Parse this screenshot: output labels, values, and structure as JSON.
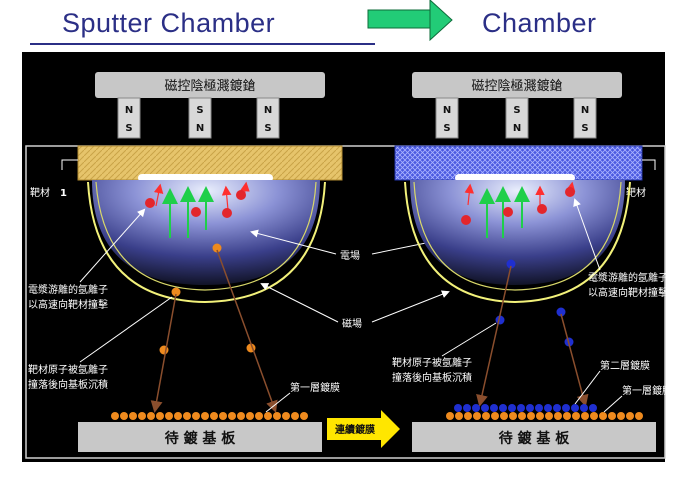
{
  "header": {
    "left_title": "Sputter Chamber",
    "right_title": "Chamber",
    "arrow_color": "#22cc77"
  },
  "diagram": {
    "magnetron_label": "磁控陰極濺鍍鎗",
    "magnet_poles": [
      {
        "top": "N",
        "bottom": "S"
      },
      {
        "top": "S",
        "bottom": "N"
      },
      {
        "top": "N",
        "bottom": "S"
      }
    ],
    "target_label": "靶材",
    "target_number": "1",
    "electric_field_label": "電場",
    "magnetic_field_label": "磁場",
    "ion_label_line1": "電漿游離的氬離子",
    "ion_label_line2": "以高速向靶材撞擊",
    "atom_label_line1": "靶材原子被氬離子",
    "atom_label_line2": "撞落後向基板沉積",
    "first_layer_label": "第一層鍍膜",
    "second_layer_label": "第二層鍍膜",
    "continuous_label": "連續鍍膜",
    "substrate_label": "待 鍍 基 板"
  },
  "colors": {
    "target_left": "#e8c66a",
    "target_right": "#3f4fd8",
    "first_layer": "#ee8a1e",
    "second_layer": "#1f2fd0",
    "field_line": "#f2f17a",
    "continuous_arrow": "#ffe600"
  }
}
